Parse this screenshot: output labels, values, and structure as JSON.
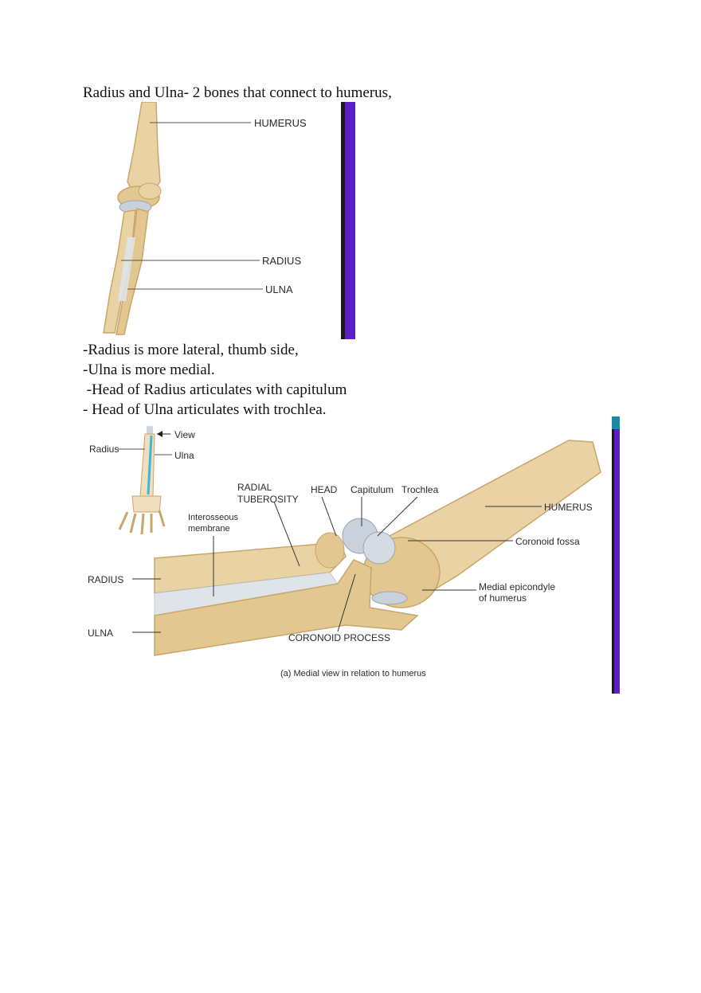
{
  "intro_text": "Radius and Ulna- 2 bones that connect to humerus,",
  "figure1": {
    "labels": {
      "humerus": "HUMERUS",
      "radius": "RADIUS",
      "ulna": "ULNA"
    },
    "sidebar_color": "#5a1fc4"
  },
  "notes": [
    "-Radius is more lateral, thumb side,",
    "-Ulna is more medial.",
    " -Head of Radius articulates with capitulum",
    "- Head of Ulna articulates with trochlea."
  ],
  "figure2": {
    "labels": {
      "view": "View",
      "radius_small": "Radius",
      "ulna_small": "Ulna",
      "radial_tuberosity_1": "RADIAL",
      "radial_tuberosity_2": "TUBEROSITY",
      "head": "HEAD",
      "capitulum": "Capitulum",
      "trochlea": "Trochlea",
      "humerus": "HUMERUS",
      "interosseous_1": "Interosseous",
      "interosseous_2": "membrane",
      "coronoid_fossa": "Coronoid fossa",
      "radius": "RADIUS",
      "medial_epicondyle_1": "Medial epicondyle",
      "medial_epicondyle_2": "of humerus",
      "ulna": "ULNA",
      "coronoid_process": "CORONOID PROCESS",
      "caption": "(a) Medial view in relation to humerus"
    },
    "sidebar_color": "#5a1fc4"
  },
  "colors": {
    "bone": "#e9d3a4",
    "bone_shade": "#c9a56b",
    "cartilage": "#c9d2dc",
    "membrane": "#dfe4e8",
    "ulna_highlight": "#3fb6d6"
  }
}
